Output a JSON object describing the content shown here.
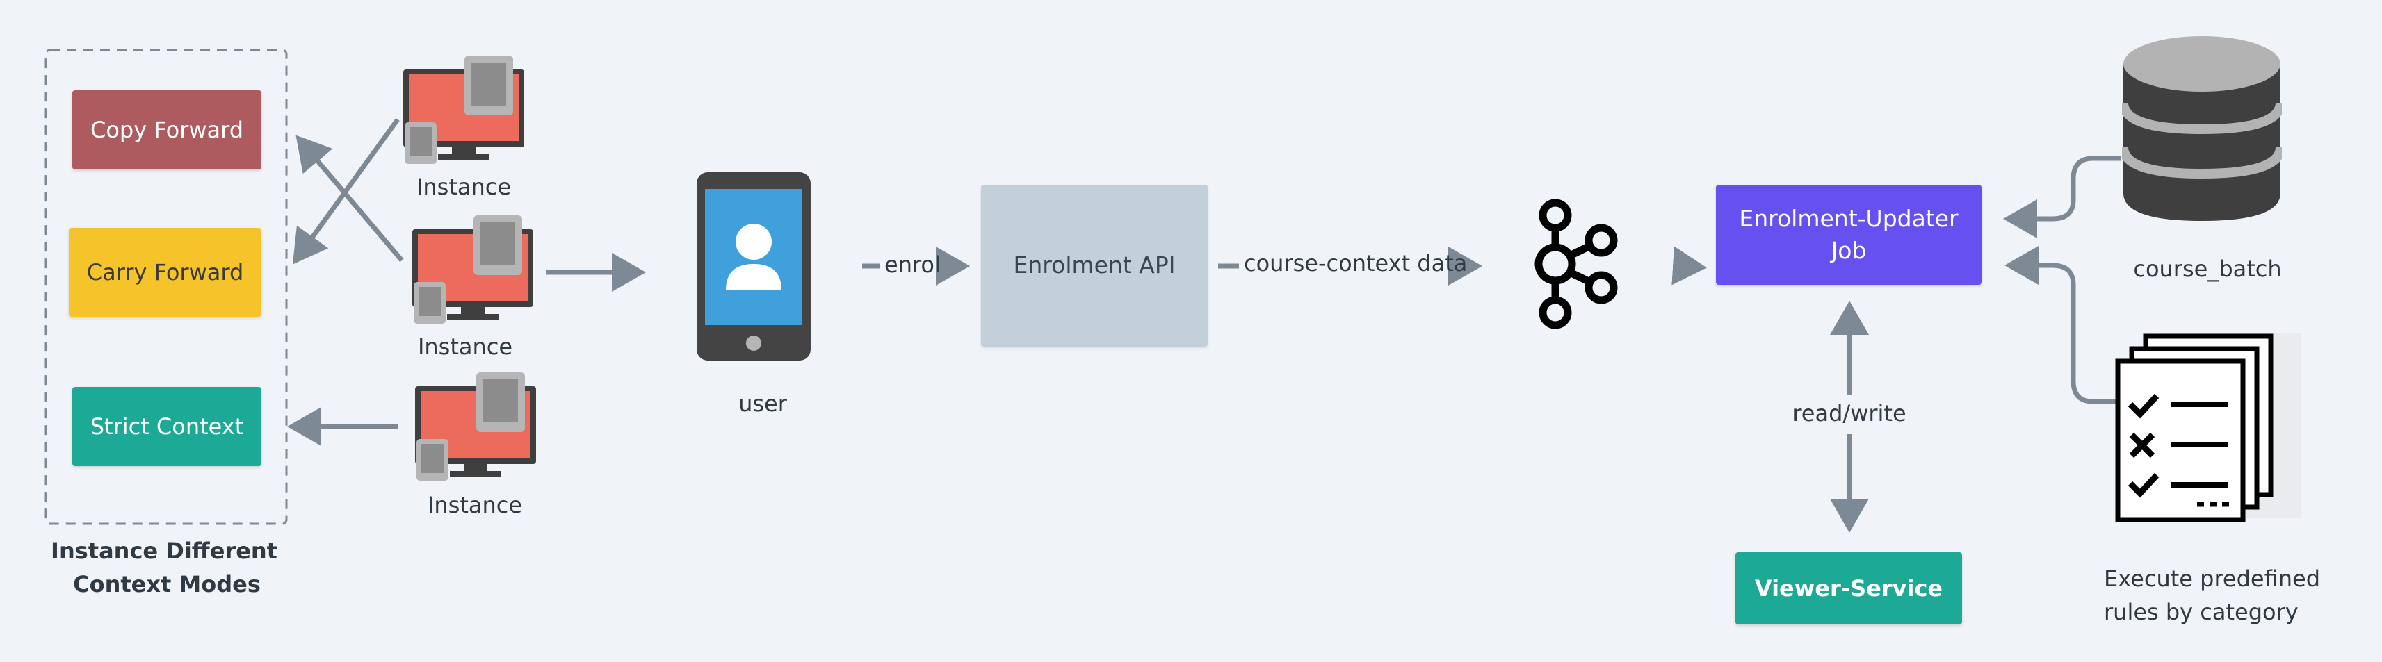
{
  "modes": {
    "caption_line1": "Instance Different",
    "caption_line2": "Context Modes",
    "items": [
      {
        "label": "Copy Forward",
        "color": "#ad5b5e"
      },
      {
        "label": "Carry Forward",
        "color": "#f5c32a"
      },
      {
        "label": "Strict Context",
        "color": "#1caa96"
      }
    ]
  },
  "instances": [
    "Instance",
    "Instance",
    "Instance"
  ],
  "user": {
    "label": "user",
    "icon": "mobile-phone-user-icon"
  },
  "edges": {
    "enrol": "enrol",
    "course_context": "course-context data",
    "read_write": "read/write"
  },
  "enrolment_api": {
    "label": "Enrolment API",
    "color": "#c3d0da"
  },
  "kafka": {
    "icon": "kafka-icon"
  },
  "updater_job": {
    "line1": "Enrolment-Updater",
    "line2": "Job",
    "color": "#6451f0"
  },
  "viewer_service": {
    "label": "Viewer-Service",
    "color": "#1caa96"
  },
  "course_batch": {
    "label": "course_batch",
    "icon": "database-icon"
  },
  "rules": {
    "line1": "Execute predefined",
    "line2": "rules by category",
    "icon": "checklist-icon"
  },
  "colors": {
    "connector": "#7d8a95",
    "monitor": "#ec6b5c",
    "phone_screen": "#3fa0dc"
  }
}
